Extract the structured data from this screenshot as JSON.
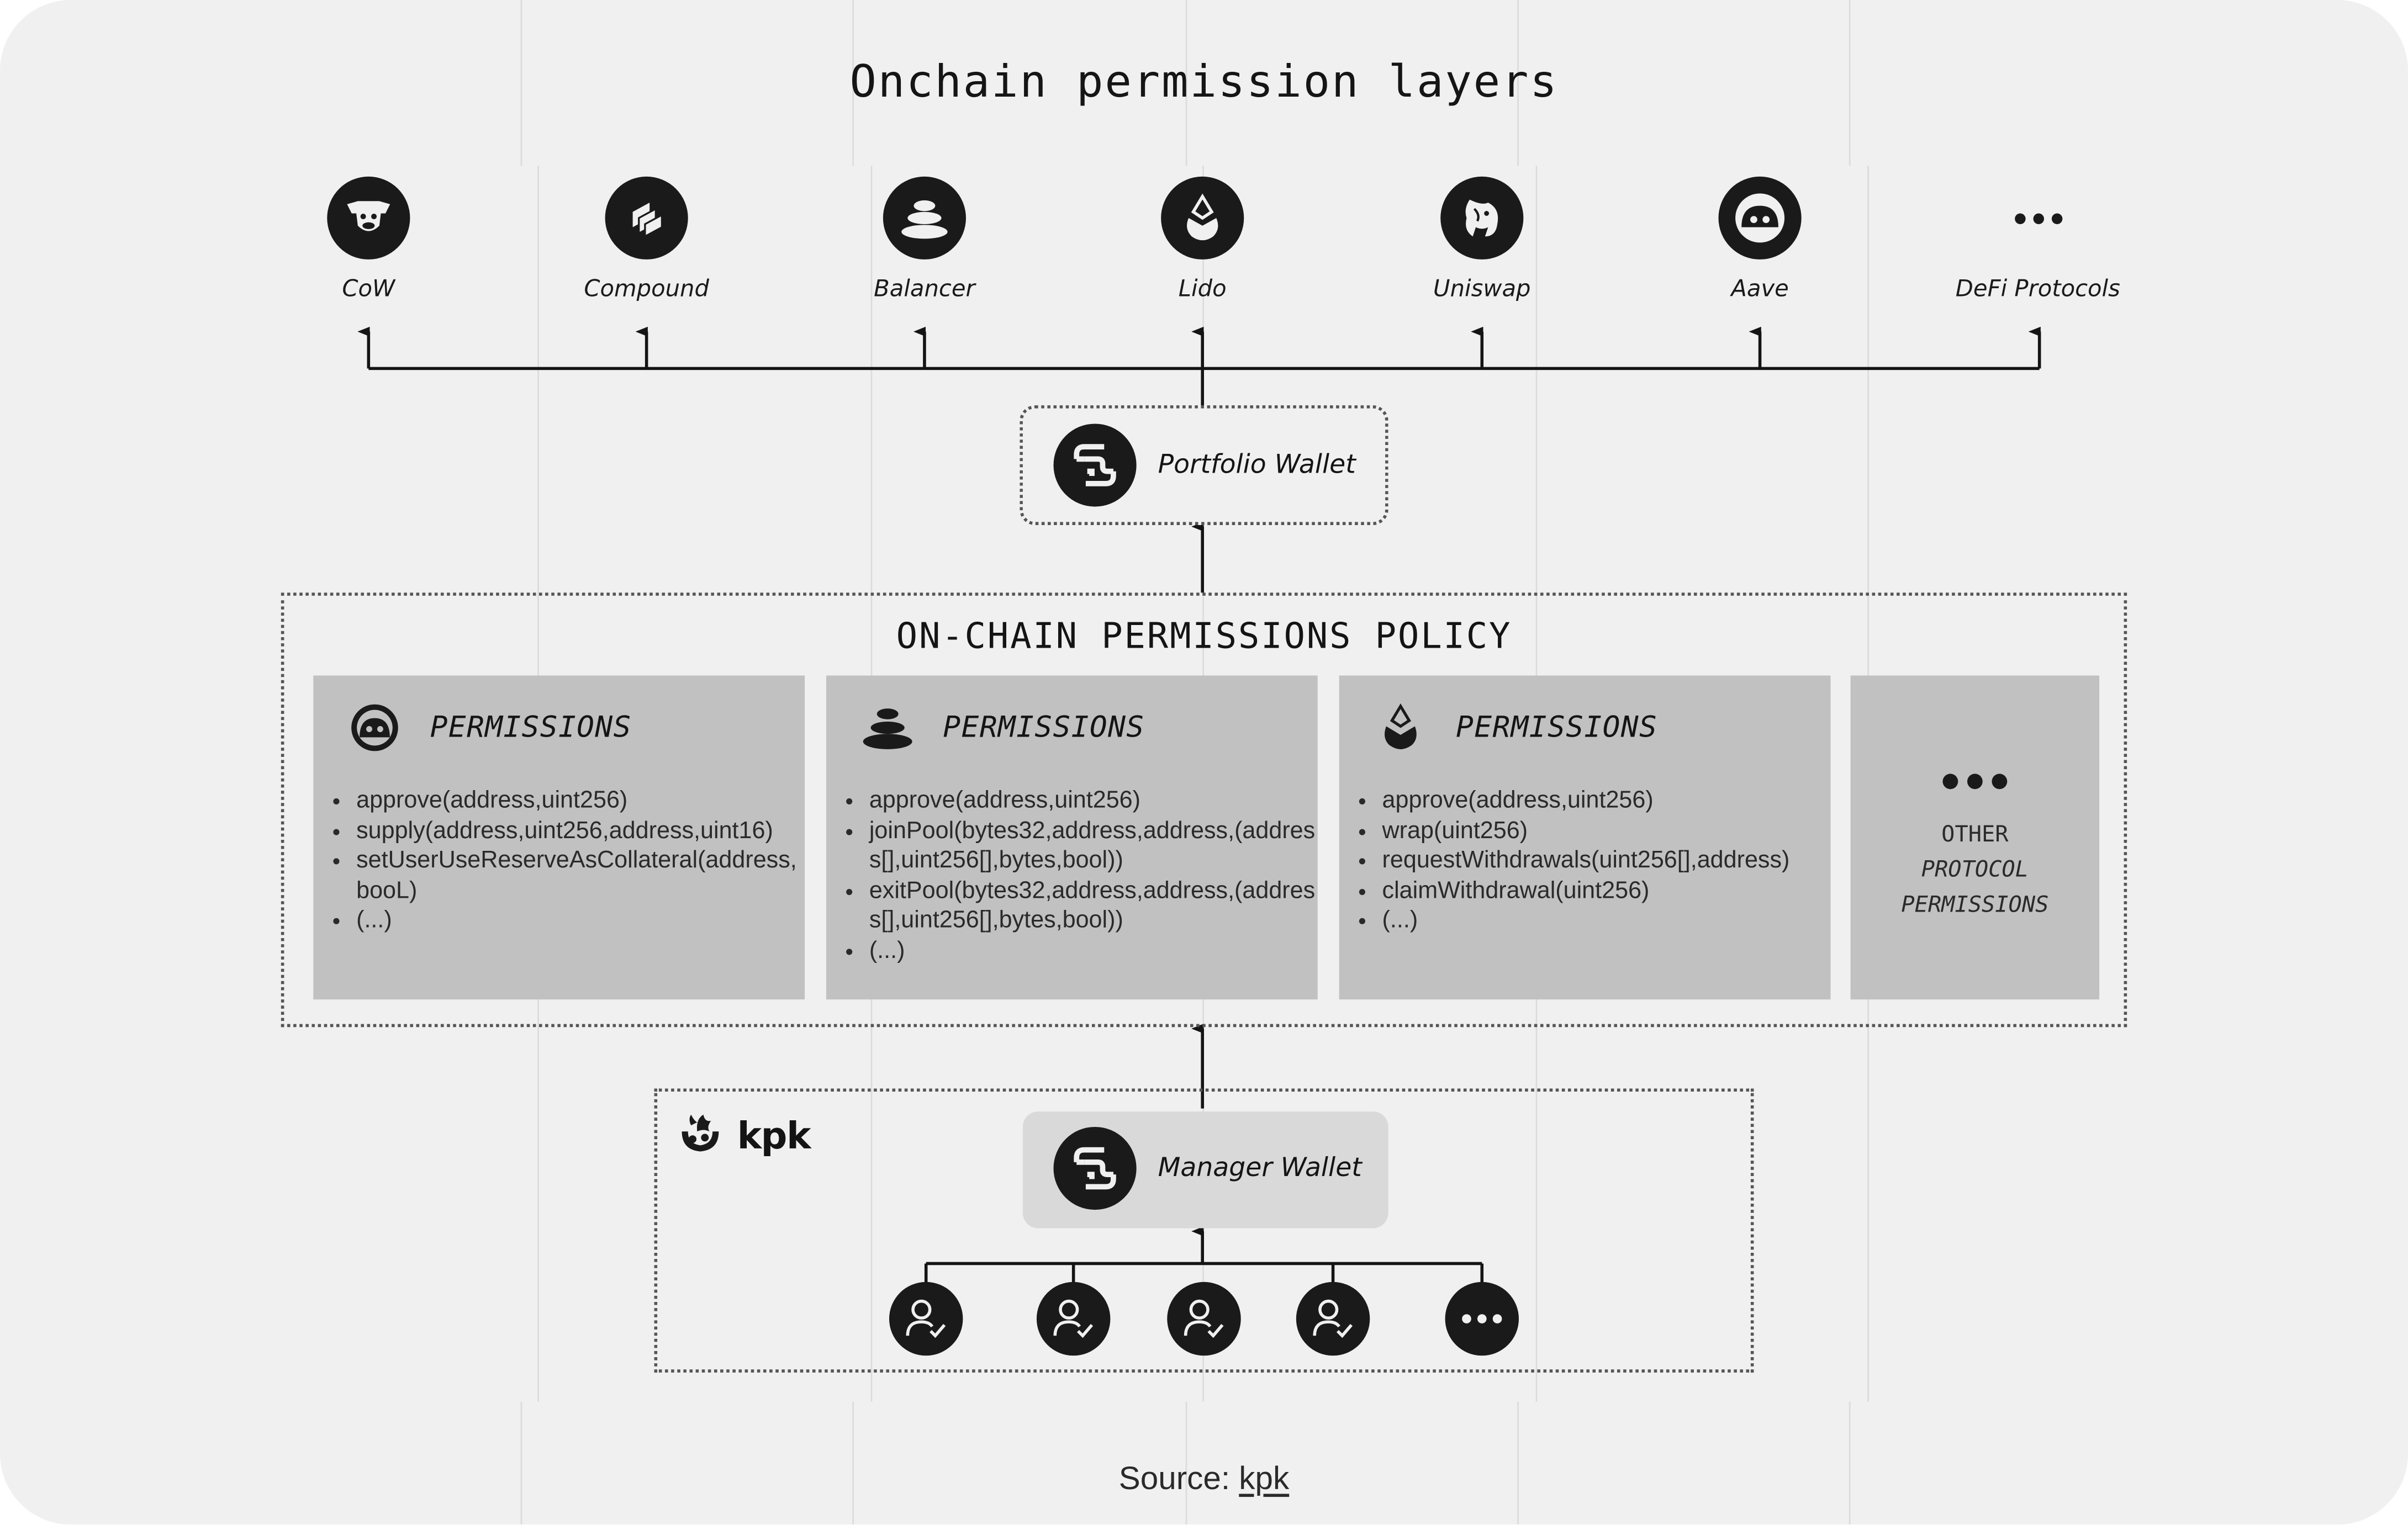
{
  "title": "Onchain permission layers",
  "protocols": [
    {
      "label": "CoW",
      "icon": "cow-icon"
    },
    {
      "label": "Compound",
      "icon": "compound-icon"
    },
    {
      "label": "Balancer",
      "icon": "balancer-icon"
    },
    {
      "label": "Lido",
      "icon": "lido-icon"
    },
    {
      "label": "Uniswap",
      "icon": "uniswap-icon"
    },
    {
      "label": "Aave",
      "icon": "aave-icon"
    },
    {
      "label": "DeFi Protocols",
      "icon": "ellipsis-icon"
    }
  ],
  "portfolio_wallet": {
    "label": "Portfolio Wallet",
    "icon": "safe-wallet-icon"
  },
  "policy": {
    "title": "ON-CHAIN PERMISSIONS POLICY",
    "cards": [
      {
        "icon": "aave-icon",
        "heading": "PERMISSIONS",
        "items": [
          "approve(address,uint256)",
          "supply(address,uint256,address,uint16)",
          "setUserUseReserveAsCollateral(address, booL)",
          "(...)"
        ]
      },
      {
        "icon": "balancer-icon",
        "heading": "PERMISSIONS",
        "items": [
          "approve(address,uint256)",
          "joinPool(bytes32,address,address,(address[],uint256[],bytes,bool))",
          "exitPool(bytes32,address,address,(address[],uint256[],bytes,bool))",
          "(...)"
        ]
      },
      {
        "icon": "lido-icon",
        "heading": "PERMISSIONS",
        "items": [
          "approve(address,uint256)",
          "wrap(uint256)",
          "requestWithdrawals(uint256[],address)",
          "claimWithdrawal(uint256)",
          "(...)"
        ]
      }
    ],
    "other": {
      "lines": [
        "OTHER",
        "PROTOCOL",
        "PERMISSIONS"
      ],
      "icon": "ellipsis-icon"
    }
  },
  "kpk": {
    "logo_text": "kpk",
    "logo_icon": "kpk-logo-icon"
  },
  "manager_wallet": {
    "label": "Manager Wallet",
    "icon": "safe-wallet-icon"
  },
  "signers": [
    {
      "icon": "user-check-icon"
    },
    {
      "icon": "user-check-icon"
    },
    {
      "icon": "user-check-icon"
    },
    {
      "icon": "user-check-icon"
    },
    {
      "icon": "ellipsis-icon"
    }
  ],
  "source": {
    "prefix": "Source: ",
    "link": "kpk"
  }
}
